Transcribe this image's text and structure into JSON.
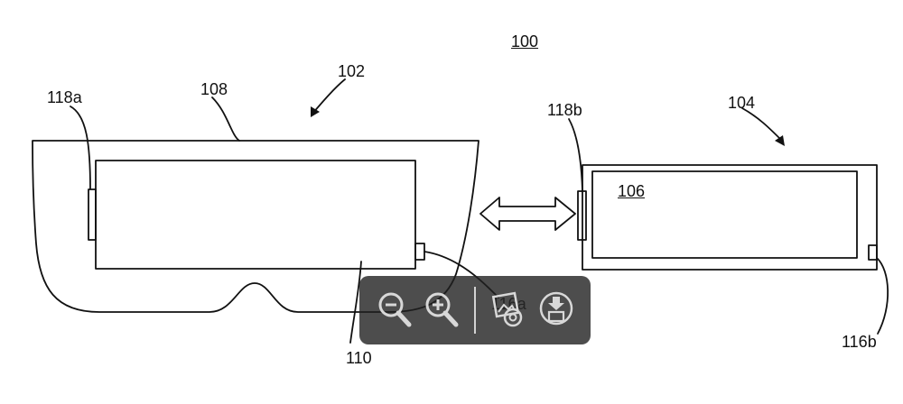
{
  "figure": {
    "title": "100",
    "labels": {
      "l102": "102",
      "l104": "104",
      "l106": "106",
      "l108": "108",
      "l110": "110",
      "l116a": "116a",
      "l116b": "116b",
      "l118a": "118a",
      "l118b": "118b"
    }
  },
  "toolbar": {
    "buttons": [
      {
        "icon": "zoom-out-icon"
      },
      {
        "icon": "zoom-in-icon"
      },
      {
        "icon": "photo-gallery-icon"
      },
      {
        "icon": "download-icon"
      }
    ]
  }
}
